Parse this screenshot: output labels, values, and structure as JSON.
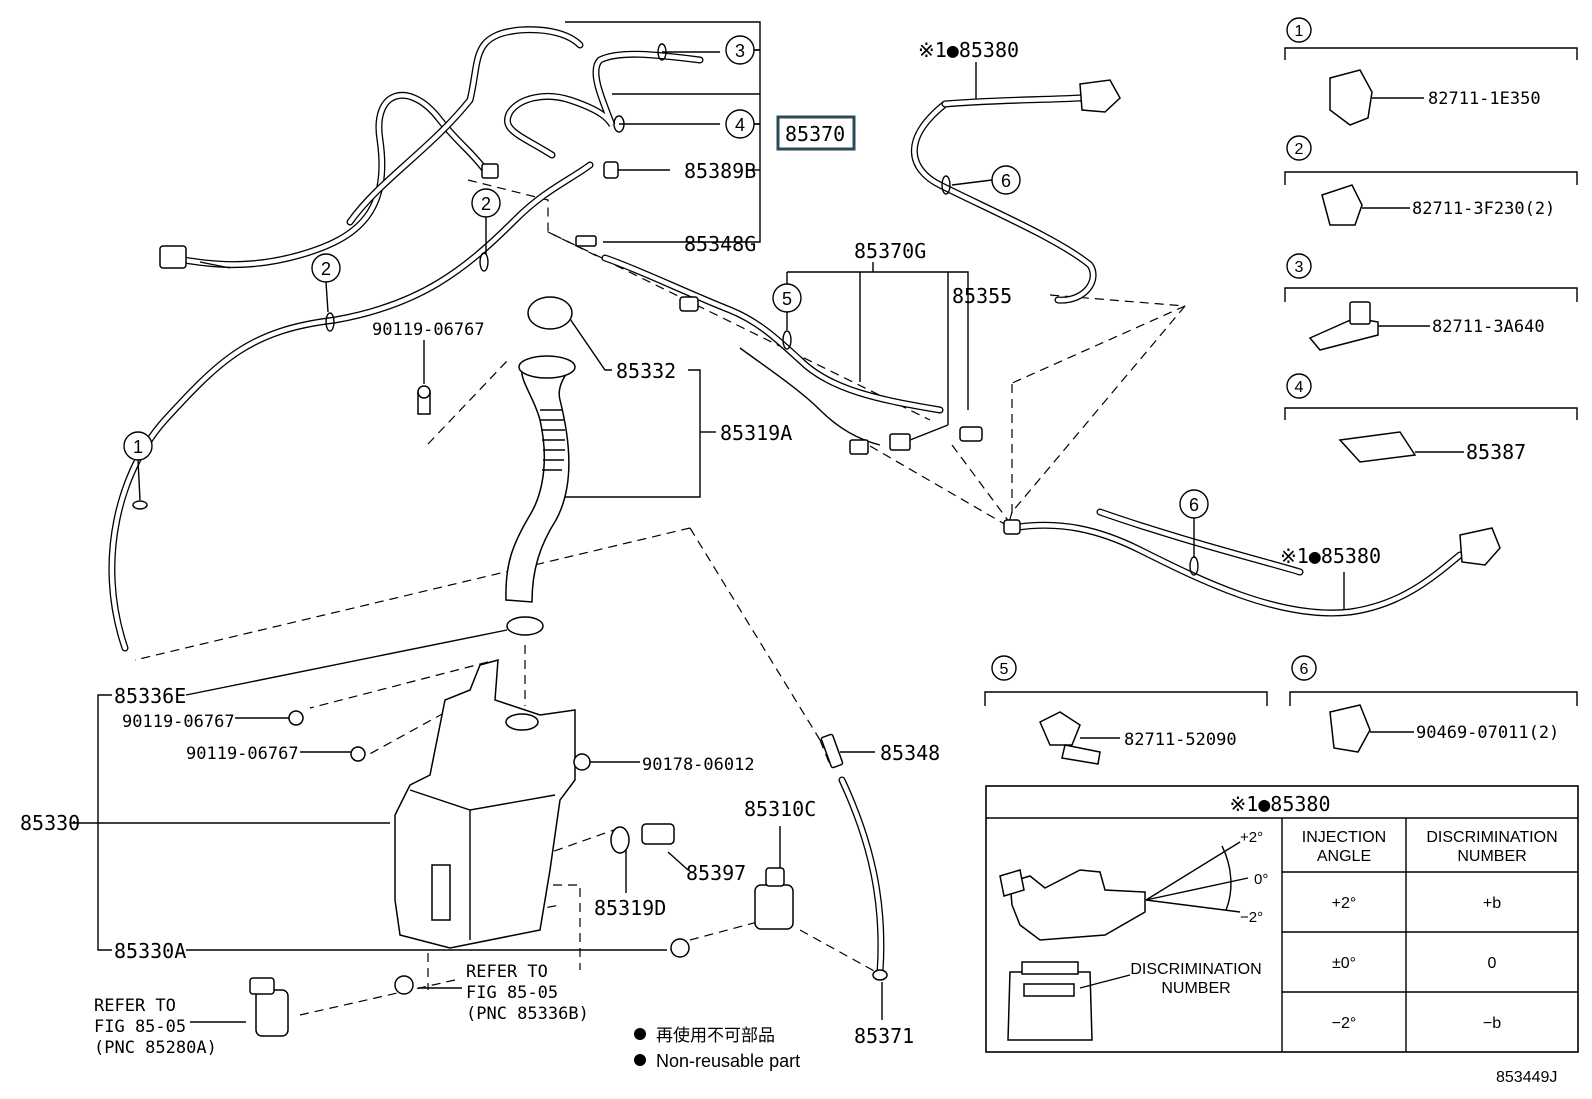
{
  "highlight_color": "#2c4a5a",
  "labels": {
    "p85370": "85370",
    "p85389B": "85389B",
    "p85348G": "85348G",
    "p85380_top": "※1●85380",
    "p85370G": "85370G",
    "p85355": "85355",
    "p90119_a": "90119-06767",
    "p85332": "85332",
    "p85319A": "85319A",
    "p85380_bottom": "※1●85380",
    "p85336E": "85336E",
    "p90119_b": "90119-06767",
    "p90119_c": "90119-06767",
    "p90178": "90178-06012",
    "p85330": "85330",
    "p85348": "85348",
    "p85310C": "85310C",
    "p85397": "85397",
    "p85319D": "85319D",
    "p85330A": "85330A",
    "p85371": "85371",
    "refer_right": [
      "REFER TO",
      "FIG 85-05",
      "(PNC 85336B)"
    ],
    "refer_left": [
      "REFER TO",
      "FIG 85-05",
      "(PNC 85280A)"
    ]
  },
  "callouts": [
    "1",
    "2",
    "3",
    "4",
    "5",
    "6"
  ],
  "legend": {
    "line1": "再使用不可部品",
    "line2": "Non-reusable part"
  },
  "side_parts": [
    {
      "num": "1",
      "part": "82711-1E350"
    },
    {
      "num": "2",
      "part": "82711-3F230(2)"
    },
    {
      "num": "3",
      "part": "82711-3A640"
    },
    {
      "num": "4",
      "part": "85387"
    },
    {
      "num": "5",
      "part": "82711-52090"
    },
    {
      "num": "6",
      "part": "90469-07011(2)"
    }
  ],
  "table": {
    "title": "※1●85380",
    "col1": [
      "INJECTION",
      "ANGLE"
    ],
    "col2": [
      "DISCRIMINATION",
      "NUMBER"
    ],
    "rows": [
      {
        "angle": "+2°",
        "number": "+b"
      },
      {
        "angle": "±0°",
        "number": "0"
      },
      {
        "angle": "−2°",
        "number": "−b"
      }
    ],
    "angle_marks": [
      "+2°",
      "0°",
      "−2°"
    ],
    "disc_label": [
      "DISCRIMINATION",
      "NUMBER"
    ]
  },
  "diagram_id": "853449J"
}
